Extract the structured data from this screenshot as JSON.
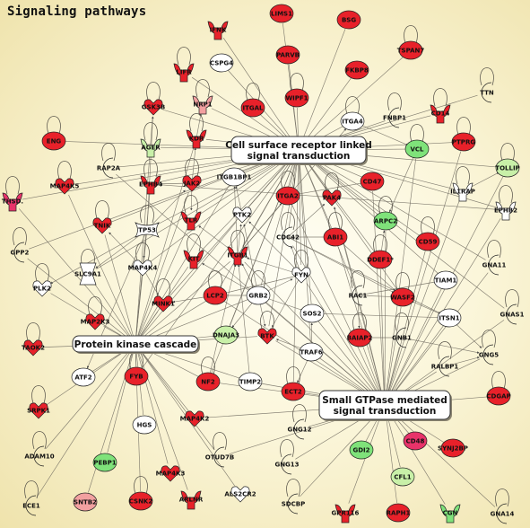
{
  "title": "Signaling pathways",
  "colors": {
    "red": "#e8212a",
    "pink": "#f06b6b",
    "light_pink": "#f2a0a0",
    "magenta": "#e8336a",
    "green": "#7fe27a",
    "light_green": "#c8f0a8",
    "white": "#ffffff",
    "edge": "#6e6a5f",
    "process_bg": "#ffffff"
  },
  "processes": [
    {
      "id": "p1",
      "label_lines": [
        "Cell surface receptor linked",
        "signal transduction"
      ]
    },
    {
      "id": "p2",
      "label_lines": [
        "Protein kinase cascade"
      ]
    },
    {
      "id": "p3",
      "label_lines": [
        "Small GTPase mediated",
        "signal transduction"
      ]
    }
  ],
  "nodes": [
    {
      "id": "IFNK",
      "label": "IFNK",
      "shape": "receptor",
      "color": "red"
    },
    {
      "id": "LIMS1",
      "label": "LIMS1",
      "shape": "ellipse",
      "color": "red"
    },
    {
      "id": "BSG",
      "label": "BSG",
      "shape": "ellipse",
      "color": "red"
    },
    {
      "id": "CSPG4",
      "label": "CSPG4",
      "shape": "ellipse",
      "color": "white"
    },
    {
      "id": "PARVB",
      "label": "PARVB",
      "shape": "ellipse",
      "color": "red"
    },
    {
      "id": "TSPAN7",
      "label": "TSPAN7",
      "shape": "ellipse",
      "color": "red"
    },
    {
      "id": "LIFR",
      "label": "LIFR",
      "shape": "receptor",
      "color": "red"
    },
    {
      "id": "FKBP8",
      "label": "FKBP8",
      "shape": "ellipse",
      "color": "red"
    },
    {
      "id": "TTN",
      "label": "TTN",
      "shape": "crescent",
      "color": "red"
    },
    {
      "id": "WIPF1",
      "label": "WIPF1",
      "shape": "ellipse",
      "color": "red"
    },
    {
      "id": "GSK3B",
      "label": "GSK3B",
      "shape": "kinase",
      "color": "red"
    },
    {
      "id": "NRP1",
      "label": "NRP1",
      "shape": "receptor",
      "color": "light_pink"
    },
    {
      "id": "ITGAL",
      "label": "ITGAL",
      "shape": "ellipse",
      "color": "red"
    },
    {
      "id": "ITGA4",
      "label": "ITGA4",
      "shape": "ellipse",
      "color": "white"
    },
    {
      "id": "FNBP1",
      "label": "FNBP1",
      "shape": "crescent",
      "color": "red"
    },
    {
      "id": "CD14",
      "label": "CD14",
      "shape": "receptor",
      "color": "red"
    },
    {
      "id": "ENG",
      "label": "ENG",
      "shape": "ellipse",
      "color": "red"
    },
    {
      "id": "AGER",
      "label": "AGER",
      "shape": "receptor",
      "color": "light_green"
    },
    {
      "id": "KDR",
      "label": "KDR",
      "shape": "receptor",
      "color": "red"
    },
    {
      "id": "PTPRG",
      "label": "PTPRG",
      "shape": "ellipse",
      "color": "red"
    },
    {
      "id": "VCL",
      "label": "VCL",
      "shape": "ellipse",
      "color": "green"
    },
    {
      "id": "TOLLIP",
      "label": "TOLLIP",
      "shape": "ellipse",
      "color": "light_green"
    },
    {
      "id": "RAP2A",
      "label": "RAP2A",
      "shape": "crescent",
      "color": "red"
    },
    {
      "id": "EPHB4",
      "label": "EPHB4",
      "shape": "receptor",
      "color": "red"
    },
    {
      "id": "JAK2",
      "label": "JAK2",
      "shape": "kinase",
      "color": "red"
    },
    {
      "id": "ITGB1BP1",
      "label": "ITGB1BP1",
      "shape": "ellipse",
      "color": "white"
    },
    {
      "id": "CD47",
      "label": "CD47",
      "shape": "ellipse",
      "color": "red"
    },
    {
      "id": "IL1RAP",
      "label": "IL1RAP",
      "shape": "receptor",
      "color": "white"
    },
    {
      "id": "MAP4K5",
      "label": "MAP4K5",
      "shape": "kinase",
      "color": "red"
    },
    {
      "id": "THSD",
      "label": "THSD.",
      "shape": "receptor",
      "color": "magenta"
    },
    {
      "id": "ITGA2",
      "label": "ITGA2",
      "shape": "ellipse",
      "color": "red"
    },
    {
      "id": "PAK4",
      "label": "PAK4",
      "shape": "kinase",
      "color": "red"
    },
    {
      "id": "EPHB2",
      "label": "EPHB2",
      "shape": "receptor",
      "color": "white"
    },
    {
      "id": "ARPC2",
      "label": "ARPC2",
      "shape": "ellipse",
      "color": "green"
    },
    {
      "id": "TNIK",
      "label": "TNIK",
      "shape": "kinase",
      "color": "red"
    },
    {
      "id": "TP53",
      "label": "TP53",
      "shape": "tf",
      "color": "white"
    },
    {
      "id": "PTK2",
      "label": "PTK2",
      "shape": "kinase",
      "color": "white"
    },
    {
      "id": "TLR",
      "label": "TLR",
      "shape": "receptor",
      "color": "red"
    },
    {
      "id": "CDC42",
      "label": "CDC42",
      "shape": "crescent",
      "color": "light_pink"
    },
    {
      "id": "ABI1",
      "label": "ABI1",
      "shape": "ellipse",
      "color": "red"
    },
    {
      "id": "CD59",
      "label": "CD59",
      "shape": "ellipse",
      "color": "red"
    },
    {
      "id": "GPP2",
      "label": "GPP2",
      "shape": "crescent",
      "color": "red"
    },
    {
      "id": "KIT",
      "label": "KIT",
      "shape": "receptor",
      "color": "red"
    },
    {
      "id": "ITGB1",
      "label": "ITGB1",
      "shape": "receptor",
      "color": "red"
    },
    {
      "id": "DDEF1",
      "label": "DDEF1*",
      "shape": "ellipse",
      "color": "red"
    },
    {
      "id": "SLC9A1",
      "label": "SLC9A1",
      "shape": "transporter",
      "color": "white"
    },
    {
      "id": "MAP4K4",
      "label": "MAP4K4",
      "shape": "kinase",
      "color": "white"
    },
    {
      "id": "FYN",
      "label": "FYN",
      "shape": "kinase",
      "color": "white"
    },
    {
      "id": "GNA11",
      "label": "GNA11",
      "shape": "crescent",
      "color": "red"
    },
    {
      "id": "PLK2",
      "label": "PLK2",
      "shape": "kinase",
      "color": "white"
    },
    {
      "id": "TIAM1",
      "label": "TIAM1",
      "shape": "ellipse",
      "color": "white"
    },
    {
      "id": "LCP2",
      "label": "LCP2",
      "shape": "ellipse",
      "color": "red"
    },
    {
      "id": "GRB2",
      "label": "GRB2",
      "shape": "ellipse",
      "color": "white"
    },
    {
      "id": "RAC1",
      "label": "RAC1",
      "shape": "crescent",
      "color": "red"
    },
    {
      "id": "WASF2",
      "label": "WASF2",
      "shape": "ellipse",
      "color": "red"
    },
    {
      "id": "GNAS1",
      "label": "GNAS1",
      "shape": "crescent",
      "color": "red"
    },
    {
      "id": "MINK1",
      "label": "MINK1",
      "shape": "kinase",
      "color": "red"
    },
    {
      "id": "MAP2K3",
      "label": "MAP2K3",
      "shape": "kinase",
      "color": "red"
    },
    {
      "id": "SOS2",
      "label": "SOS2",
      "shape": "ellipse",
      "color": "white"
    },
    {
      "id": "ITSN1",
      "label": "ITSN1",
      "shape": "ellipse",
      "color": "white"
    },
    {
      "id": "DNAJA3",
      "label": "DNAJA3",
      "shape": "ellipse",
      "color": "light_green"
    },
    {
      "id": "BTK",
      "label": "BTK",
      "shape": "kinase",
      "color": "red"
    },
    {
      "id": "BAIAP2",
      "label": "BAIAP2",
      "shape": "ellipse",
      "color": "red"
    },
    {
      "id": "GNB1",
      "label": "GNB1",
      "shape": "crescent",
      "color": "red"
    },
    {
      "id": "TAOK2",
      "label": "TAOK2",
      "shape": "kinase",
      "color": "red"
    },
    {
      "id": "GNG5",
      "label": "GNG5",
      "shape": "crescent",
      "color": "red"
    },
    {
      "id": "TRAF6",
      "label": "TRAF6",
      "shape": "ellipse",
      "color": "white"
    },
    {
      "id": "ATF2",
      "label": "ATF2",
      "shape": "ellipse",
      "color": "white"
    },
    {
      "id": "FYB",
      "label": "FYB",
      "shape": "ellipse",
      "color": "red"
    },
    {
      "id": "NF2",
      "label": "NF2",
      "shape": "ellipse",
      "color": "red"
    },
    {
      "id": "TIMP2",
      "label": "TIMP2",
      "shape": "ellipse",
      "color": "white"
    },
    {
      "id": "ECT2",
      "label": "ECT2",
      "shape": "ellipse",
      "color": "red"
    },
    {
      "id": "RALBP1",
      "label": "RALBP1",
      "shape": "crescent",
      "color": "red"
    },
    {
      "id": "CDGAP",
      "label": "CDGAP",
      "shape": "ellipse",
      "color": "red"
    },
    {
      "id": "SRPK1",
      "label": "SRPK1",
      "shape": "kinase",
      "color": "red"
    },
    {
      "id": "HGS",
      "label": "HGS",
      "shape": "ellipse",
      "color": "white"
    },
    {
      "id": "MAP4K2",
      "label": "MAP4K2",
      "shape": "kinase",
      "color": "red"
    },
    {
      "id": "GNG12",
      "label": "GNG12",
      "shape": "crescent",
      "color": "red"
    },
    {
      "id": "CD48",
      "label": "CD48",
      "shape": "ellipse",
      "color": "magenta"
    },
    {
      "id": "SYNJ2BP",
      "label": "SYNJ2BP",
      "shape": "ellipse",
      "color": "red"
    },
    {
      "id": "GDI2",
      "label": "GDI2",
      "shape": "ellipse",
      "color": "green"
    },
    {
      "id": "ADAM10",
      "label": "ADAM10",
      "shape": "crescent",
      "color": "red"
    },
    {
      "id": "PEBP1",
      "label": "PEBP1",
      "shape": "ellipse",
      "color": "green"
    },
    {
      "id": "OTUD7B",
      "label": "OTUD7B",
      "shape": "crescent",
      "color": "red"
    },
    {
      "id": "GNG13",
      "label": "GNG13",
      "shape": "crescent",
      "color": "red"
    },
    {
      "id": "CFL1",
      "label": "CFL1",
      "shape": "ellipse",
      "color": "light_green"
    },
    {
      "id": "MAP4K3",
      "label": "MAP4K3",
      "shape": "kinase",
      "color": "red"
    },
    {
      "id": "ECE1",
      "label": "ECE1",
      "shape": "crescent",
      "color": "magenta"
    },
    {
      "id": "SNTB2",
      "label": "SNTB2",
      "shape": "ellipse",
      "color": "light_pink"
    },
    {
      "id": "CSNK2",
      "label": "CSNK2",
      "shape": "ellipse",
      "color": "red"
    },
    {
      "id": "ARLNR",
      "label": "ARLNR",
      "shape": "receptor",
      "color": "red"
    },
    {
      "id": "ALS2CR2",
      "label": "ALS2CR2",
      "shape": "kinase",
      "color": "white"
    },
    {
      "id": "SDCBP",
      "label": "SDCBP",
      "shape": "crescent",
      "color": "red"
    },
    {
      "id": "GPR116",
      "label": "GPR116",
      "shape": "receptor",
      "color": "red"
    },
    {
      "id": "RAPH1",
      "label": "RAPH1",
      "shape": "ellipse",
      "color": "red"
    },
    {
      "id": "CGN",
      "label": "CGN",
      "shape": "receptor",
      "color": "green"
    },
    {
      "id": "GNA14",
      "label": "GNA14",
      "shape": "crescent",
      "color": "red"
    }
  ]
}
